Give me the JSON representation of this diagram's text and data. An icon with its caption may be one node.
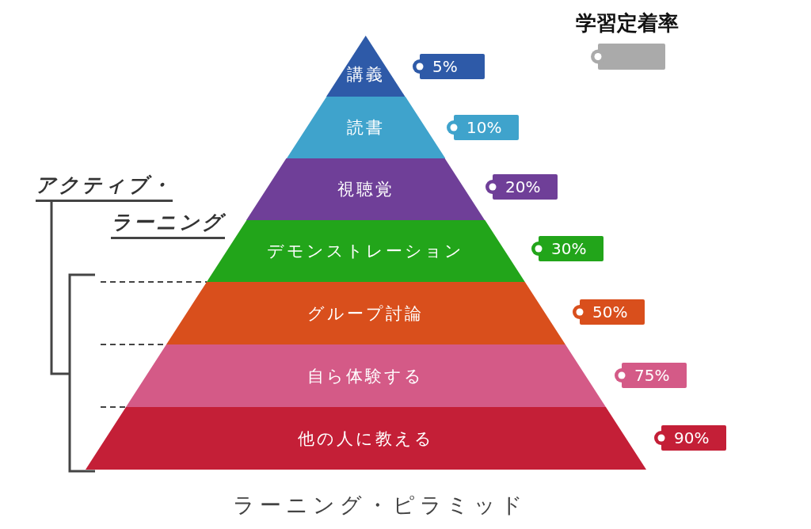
{
  "diagram": {
    "caption": "ラーニング・ピラミッド",
    "nodes": [
      {
        "text": [
          "講義"
        ],
        "beside": [
          "5%"
        ]
      },
      {
        "text": [
          "読書"
        ],
        "beside": [
          "10%"
        ]
      },
      {
        "text": [
          "視聴覚"
        ],
        "beside": [
          "20%"
        ]
      },
      {
        "text": [
          "デモンストレーション"
        ],
        "beside": [
          "30%"
        ]
      },
      {
        "text": [
          "グループ討論"
        ],
        "beside": [
          "50%"
        ]
      },
      {
        "text": [
          "自ら体験する"
        ],
        "beside": [
          "75%"
        ]
      },
      {
        "text": [
          "他の人に教える"
        ],
        "beside": [
          "90%"
        ]
      }
    ],
    "labels": [
      "アクティブ・",
      "ラーニング"
    ],
    "legend": [
      {
        "text": "学習定着率",
        "color": "#aaaaaa"
      }
    ]
  }
}
